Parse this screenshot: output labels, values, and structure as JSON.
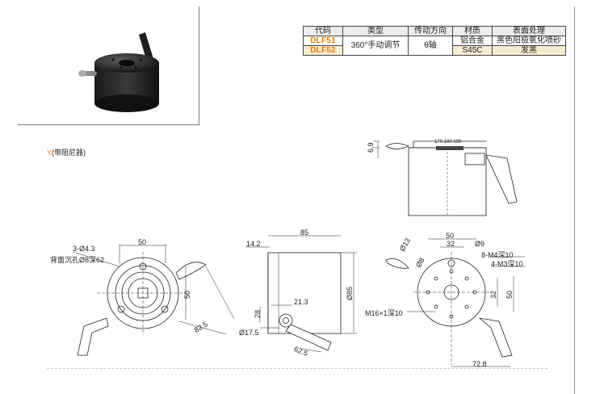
{
  "spec_table": {
    "headers": [
      "代码",
      "类型",
      "传动方向",
      "材质",
      "表面处理"
    ],
    "rows": [
      {
        "code": "DLF51",
        "material": "铝合金",
        "finish": "黑色阳极氧化喷砂"
      },
      {
        "code": "DLF52",
        "material": "S45C",
        "finish": "发黑"
      }
    ],
    "shared_type": "360°手动调节",
    "shared_direction": "θ轴"
  },
  "note": {
    "prefix": "Y",
    "text": "(带阻尼器)"
  },
  "dimensions": {
    "top_view": {
      "height": "6.9",
      "scale": "170 180 190"
    },
    "front_view": {
      "width": "50",
      "holes": "3-Ø4.3",
      "counterbore": "背面沉孔Ø8深62",
      "height": "50",
      "handle": "82.5"
    },
    "side_view": {
      "length": "85",
      "offset": "14.2",
      "height": "Ø85",
      "h28": "28",
      "w21": "21.3",
      "knob": "Ø17.5",
      "handle": "62.5"
    },
    "rear_view": {
      "width": "50",
      "inner": "32",
      "hole9": "Ø9",
      "m4": "8-M4深10",
      "m3": "4-M3深10",
      "h32": "32",
      "h50": "50",
      "d13": "Ø13",
      "d8": "Ø8",
      "m16": "M16×1深10",
      "total": "72.8"
    }
  },
  "colors": {
    "accent": "#e67e00",
    "highlight_row": "#f4ecd3",
    "header_bg": "#ececec"
  }
}
